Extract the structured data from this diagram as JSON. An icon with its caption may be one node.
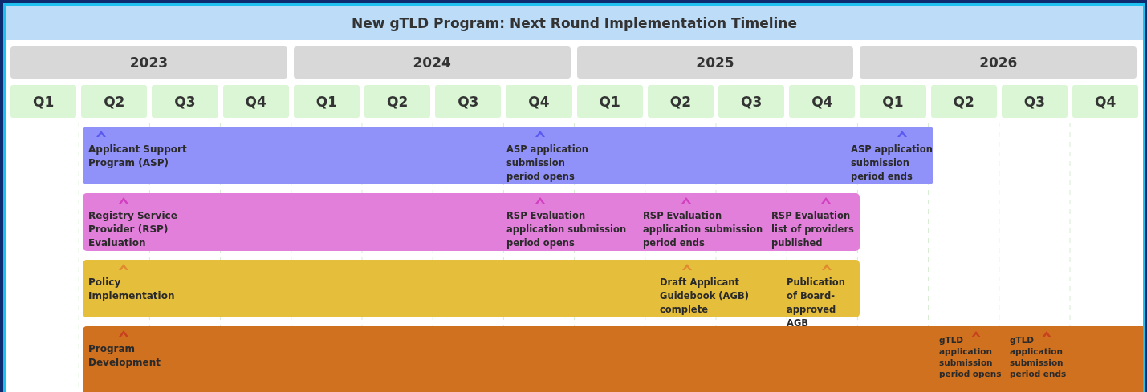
{
  "diagram": {
    "title": "New gTLD Program: Next Round Implementation Timeline",
    "nodes": [
      {
        "text": [
          "Applicant Support Program (ASP)"
        ]
      },
      {
        "text": [
          "ASP application submission period opens"
        ],
        "in": 0
      },
      {
        "text": [
          "ASP application submission period ends"
        ],
        "in": 0
      },
      {
        "text": [
          "Registry Service Provider (RSP) Evaluation"
        ]
      },
      {
        "text": [
          "RSP Evaluation application submission period opens"
        ],
        "in": 3
      },
      {
        "text": [
          "RSP Evaluation application submission period ends"
        ],
        "in": 3
      },
      {
        "text": [
          "RSP Evaluation list of providers published"
        ],
        "in": 3
      },
      {
        "text": [
          "Policy Implementation"
        ]
      },
      {
        "text": [
          "Draft Applicant Guidebook (AGB) complete"
        ],
        "in": 7
      },
      {
        "text": [
          "Publication of Board-approved AGB"
        ],
        "in": 7
      },
      {
        "text": [
          "Program Development"
        ]
      },
      {
        "text": [
          "gTLD application submission period opens"
        ],
        "in": 10
      },
      {
        "text": [
          "gTLD application submission period ends"
        ],
        "in": 10
      }
    ],
    "labels": [
      "2023",
      "2024",
      "2025",
      "2026",
      "Q1",
      "Q2",
      "Q3",
      "Q4",
      "Q1",
      "Q2",
      "Q3",
      "Q4",
      "Q1",
      "Q2",
      "Q3",
      "Q4",
      "Q1",
      "Q2",
      "Q3",
      "Q4"
    ]
  }
}
